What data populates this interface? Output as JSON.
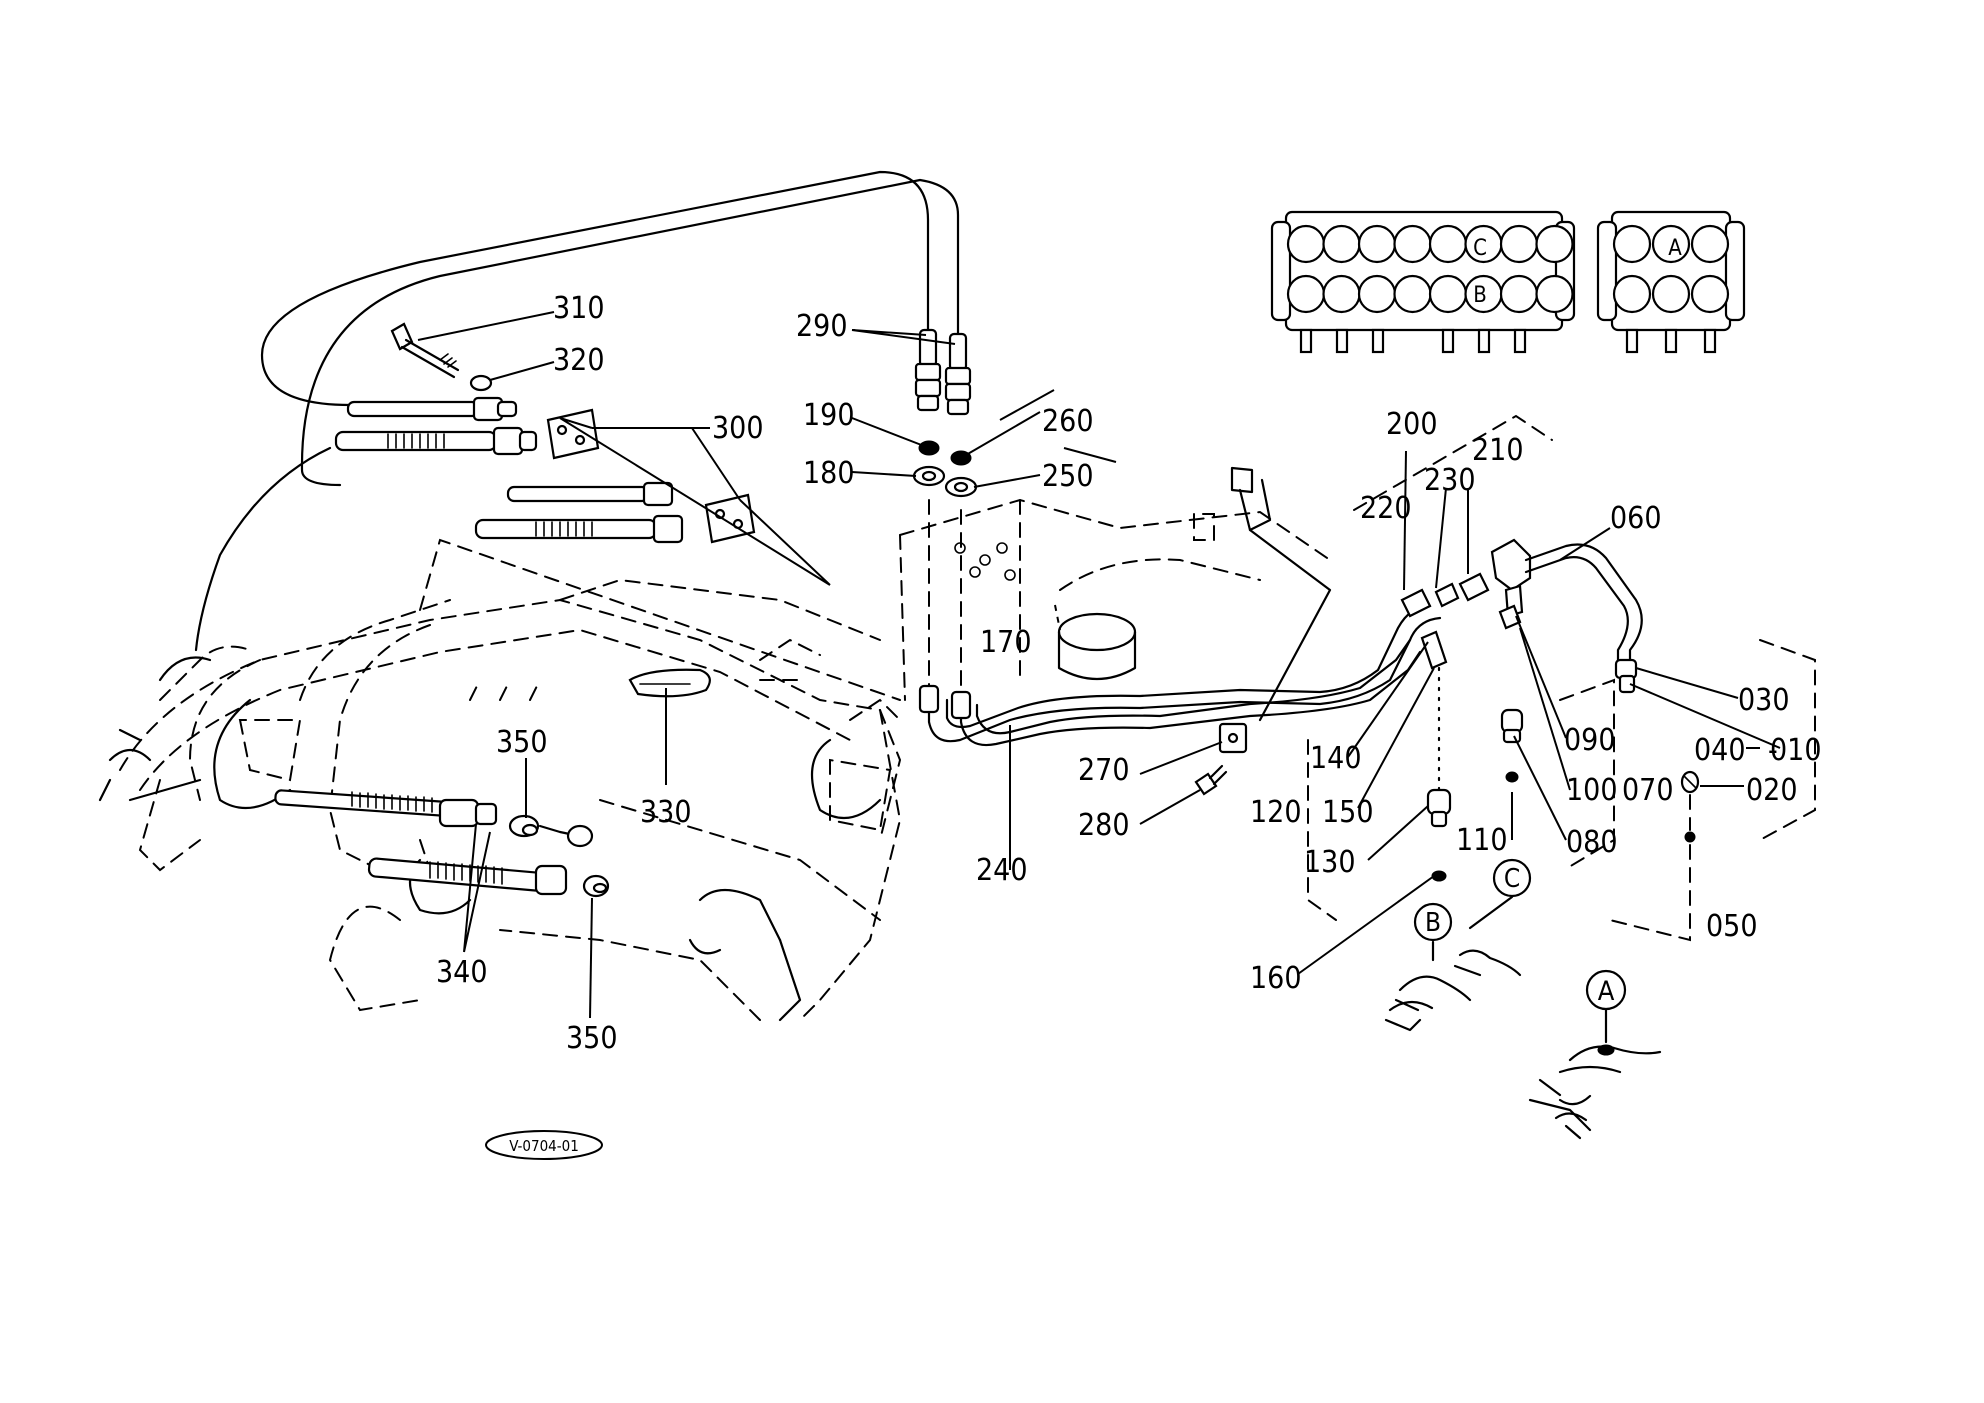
{
  "callouts": {
    "c310": "310",
    "c320": "320",
    "c300": "300",
    "c290": "290",
    "c190": "190",
    "c180": "180",
    "c260": "260",
    "c250": "250",
    "c170": "170",
    "c200": "200",
    "c210": "210",
    "c230": "230",
    "c220": "220",
    "c060": "060",
    "c240": "240",
    "c270": "270",
    "c280": "280",
    "c140": "140",
    "c120": "120",
    "c150": "150",
    "c130": "130",
    "c160": "160",
    "c110": "110",
    "c090": "090",
    "c100": "100",
    "c070": "070",
    "c080": "080",
    "c030": "030",
    "c040": "040",
    "c010": "010",
    "c020": "020",
    "c050": "050",
    "c330": "330",
    "c350a": "350",
    "c340": "340",
    "c350b": "350"
  },
  "port_markers": {
    "a": "A",
    "b": "B",
    "c": "C",
    "valve_a": "A",
    "valve_b": "B",
    "valve_c": "C"
  },
  "figure_code": "V-0704-01"
}
